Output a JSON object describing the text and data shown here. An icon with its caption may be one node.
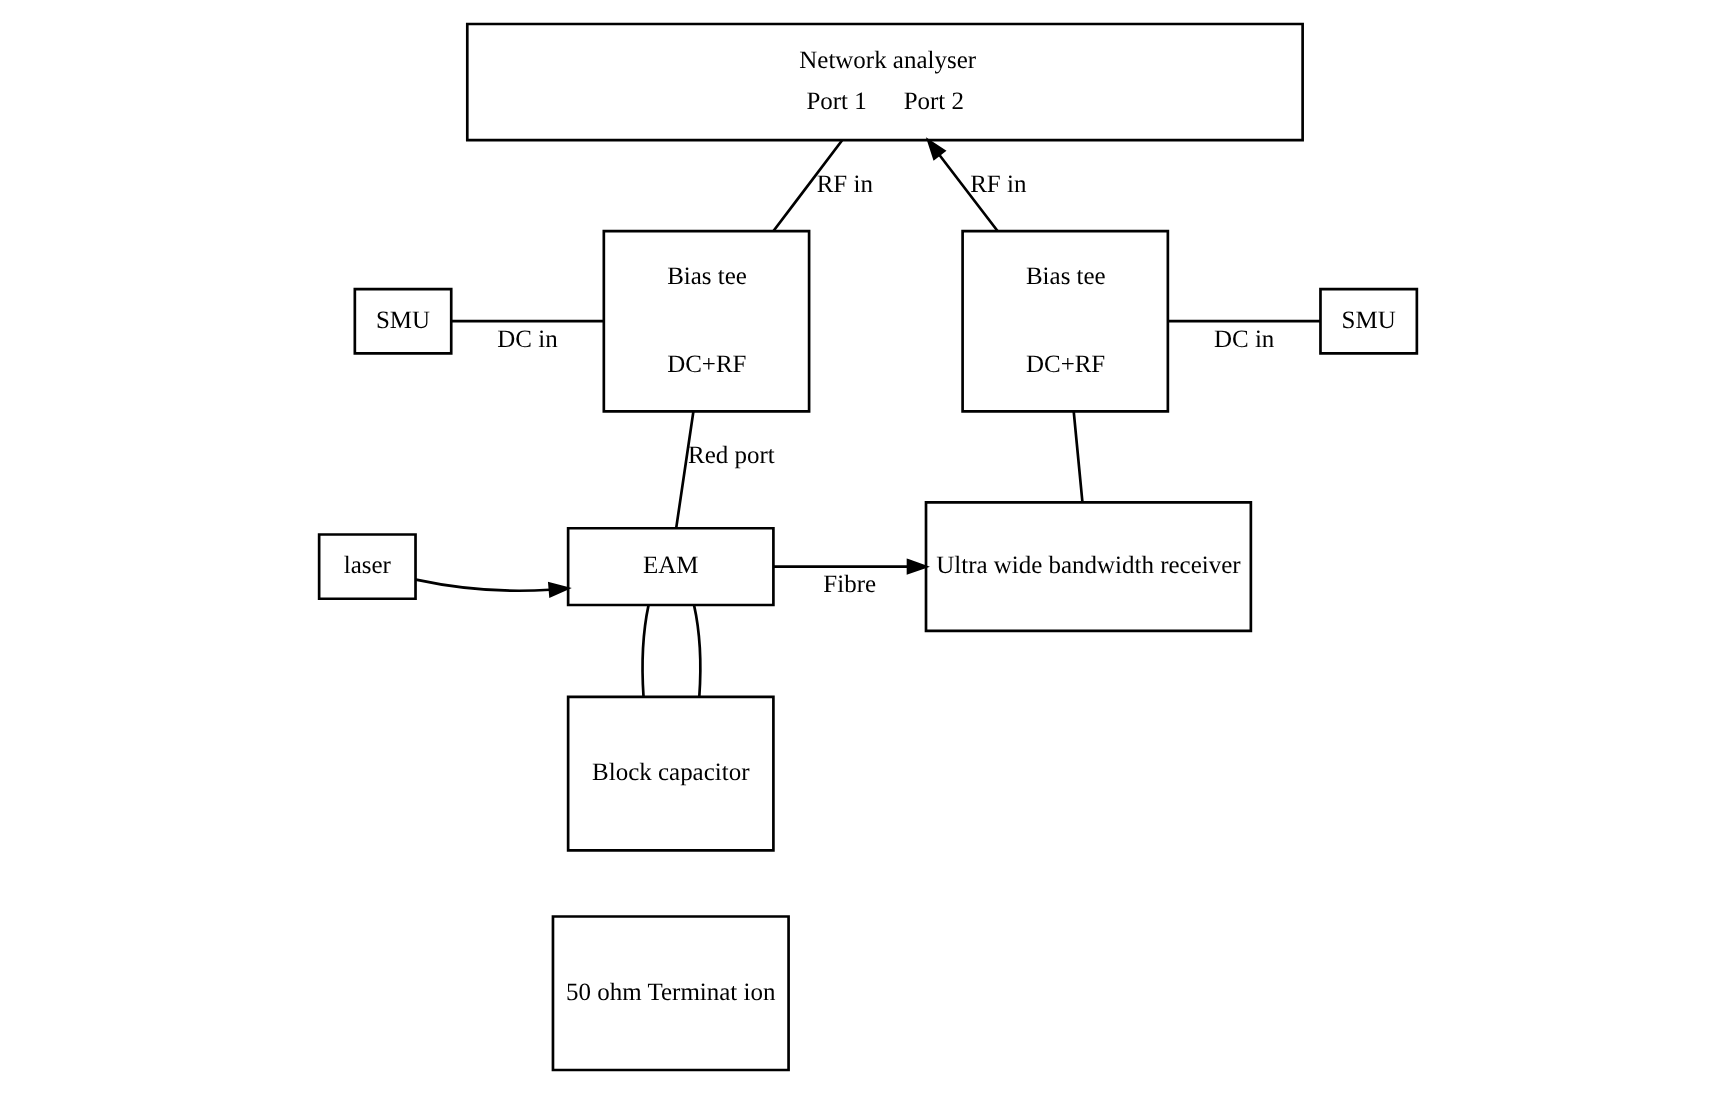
{
  "diagram": {
    "nodes": [
      {
        "text": [
          "Network analyser",
          "Port 1",
          "Port 2"
        ]
      },
      {
        "text": [
          "SMU"
        ]
      },
      {
        "text": [
          "Bias tee",
          "DC+RF"
        ]
      },
      {
        "text": [
          "Bias tee",
          "DC+RF"
        ]
      },
      {
        "text": [
          "SMU"
        ]
      },
      {
        "text": [
          "laser"
        ]
      },
      {
        "text": [
          "EAM"
        ]
      },
      {
        "text": [
          "Ultra wide bandwidth receiver"
        ]
      },
      {
        "text": [
          "Block capacitor"
        ]
      },
      {
        "text": [
          "50 ohm Terminat ion"
        ]
      }
    ],
    "edges": [
      {
        "from": 2,
        "to": 0,
        "arrow": "none",
        "label": "RF in"
      },
      {
        "from": 3,
        "to": 0,
        "arrow": "to",
        "label": "RF in"
      },
      {
        "from": 1,
        "to": 2,
        "arrow": "none",
        "label": "DC in"
      },
      {
        "from": 4,
        "to": 3,
        "arrow": "none",
        "label": "DC in"
      },
      {
        "from": 6,
        "to": 2,
        "arrow": "none",
        "label": "Red port"
      },
      {
        "from": 5,
        "to": 6,
        "arrow": "to"
      },
      {
        "from": 6,
        "to": 7,
        "arrow": "to",
        "label": "Fibre"
      },
      {
        "from": 7,
        "to": 3,
        "arrow": "none"
      },
      {
        "from": 8,
        "to": 6,
        "arrow": "none"
      },
      {
        "from": 8,
        "to": 6,
        "arrow": "none"
      }
    ]
  }
}
